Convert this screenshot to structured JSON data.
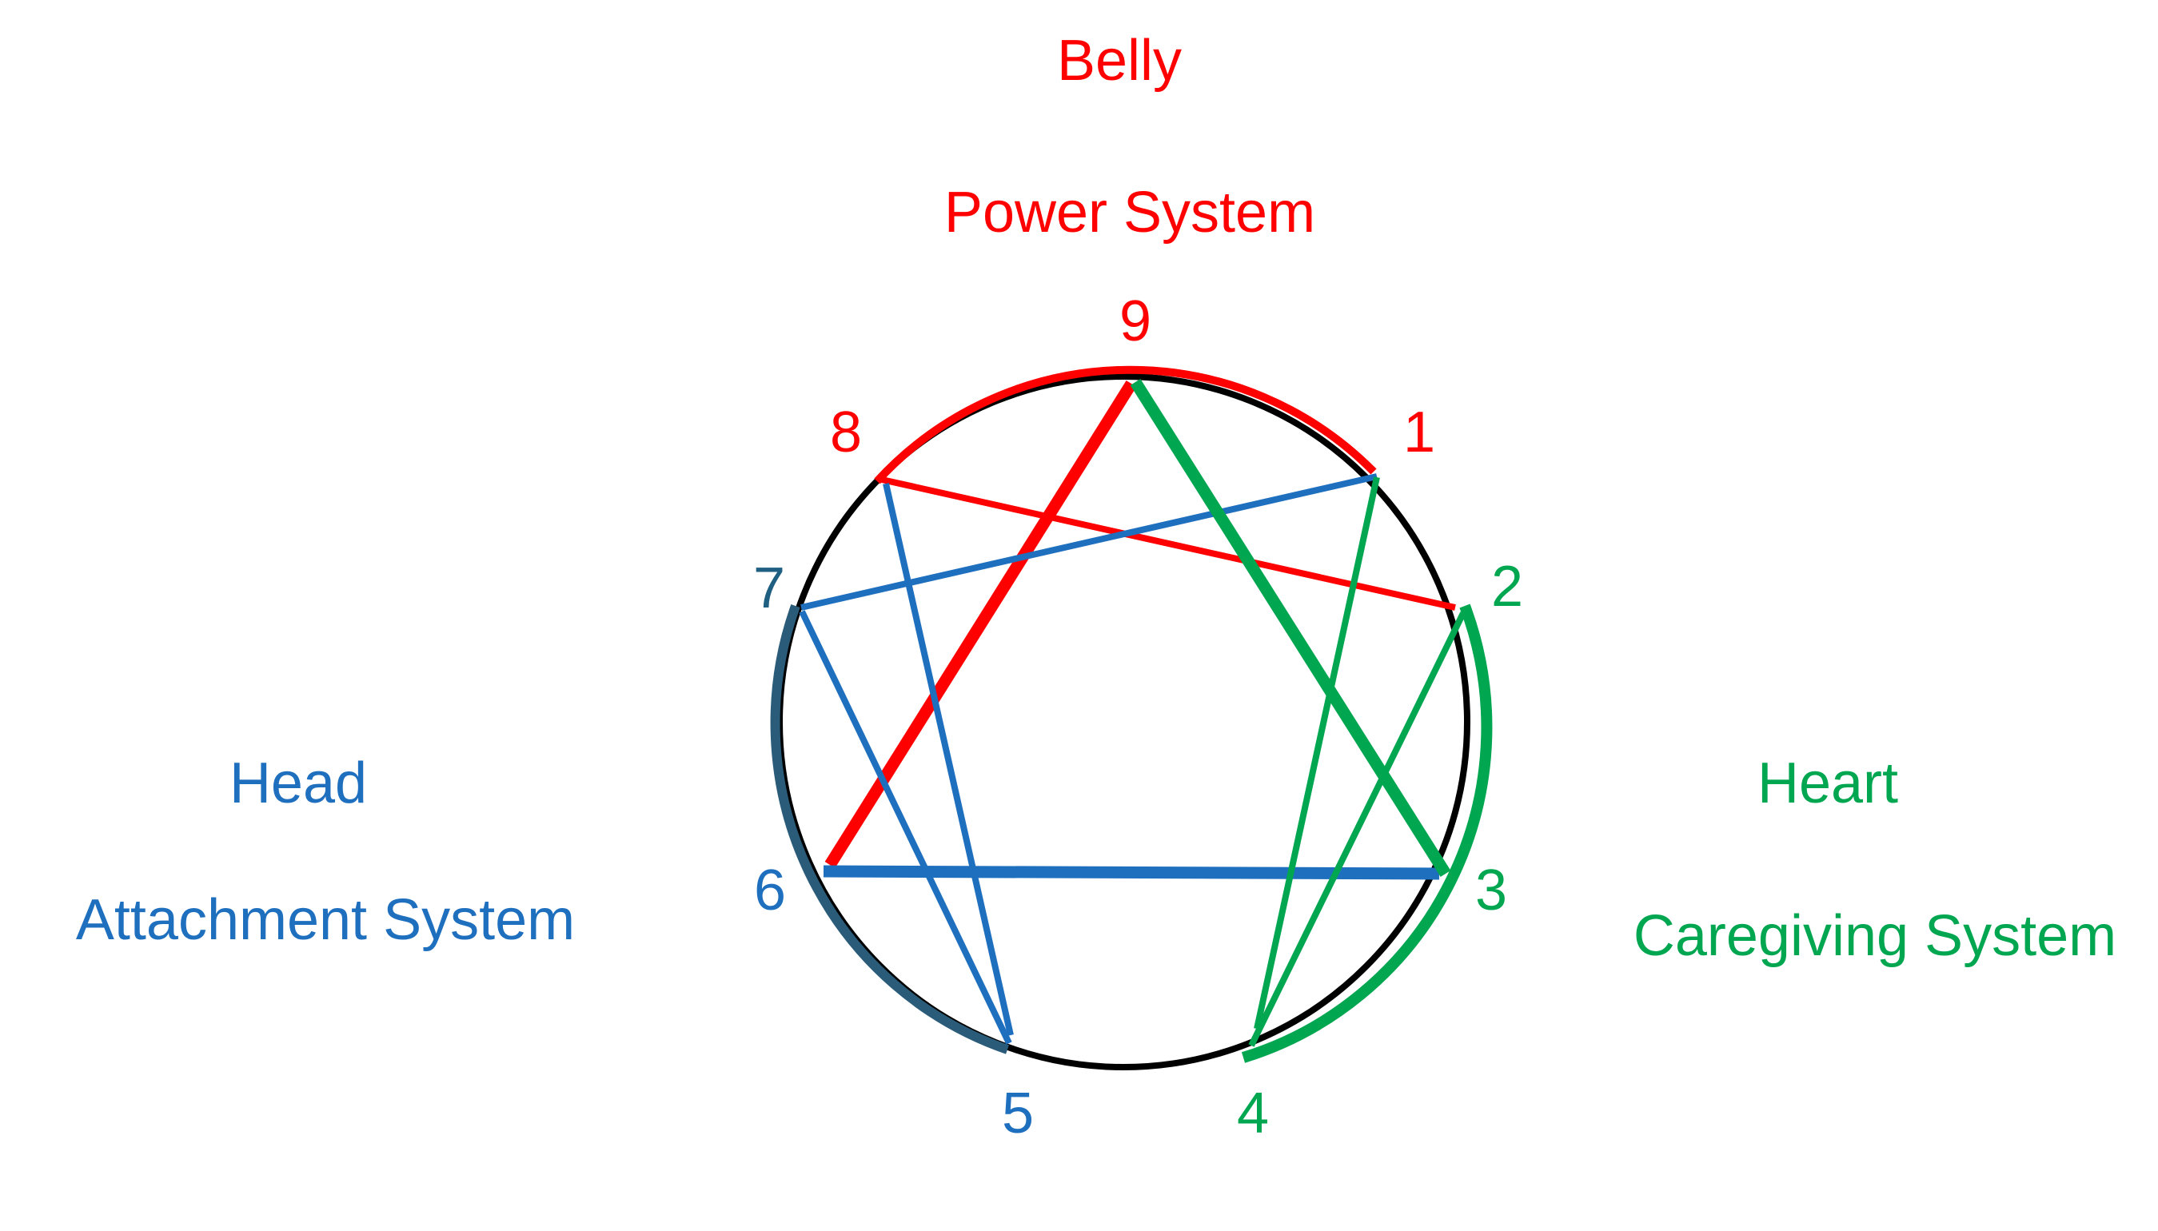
{
  "colors": {
    "belly": "#ff0000",
    "head": "#1f6fbf",
    "heart": "#00a650",
    "circle": "#000000",
    "head_arc": "#2a5c7a"
  },
  "centers": {
    "belly": {
      "name": "Belly",
      "system": "Power System"
    },
    "head": {
      "name": "Head",
      "system": "Attachment System"
    },
    "heart": {
      "name": "Heart",
      "system": "Caregiving System"
    }
  },
  "points": {
    "p1": "1",
    "p2": "2",
    "p3": "3",
    "p4": "4",
    "p5": "5",
    "p6": "6",
    "p7": "7",
    "p8": "8",
    "p9": "9"
  }
}
